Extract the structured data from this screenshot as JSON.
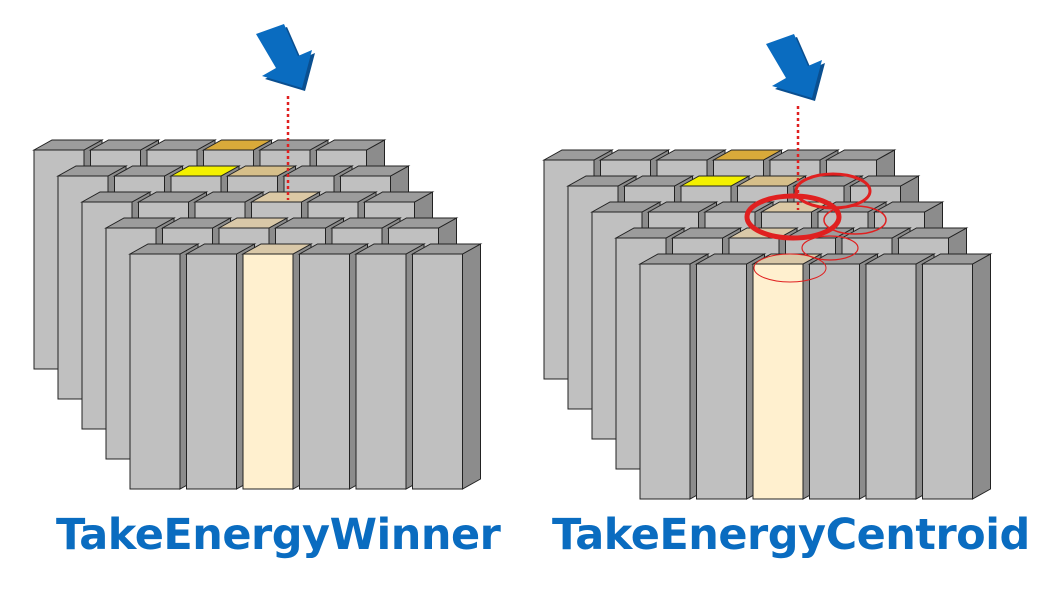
{
  "colors": {
    "caption": "#0a6cc0",
    "arrow": "#0a6cc0",
    "arrow_dark": "#0a4f90",
    "probe_line": "#e02020",
    "gray_top": "#9c9c9c",
    "gray_front": "#c0c0c0",
    "gray_side": "#8c8c8c",
    "outline": "#222222",
    "highlight_col_front": "#fff0cf",
    "hit_peak": "#f3f000",
    "hit_high": "#d9aa3a",
    "hit_mid": "#d6bf8a",
    "hit_low": "#dcc9a5",
    "hit_lowest": "#d9c8a8",
    "centroid_ring": "#e02020"
  },
  "figures": [
    {
      "id": "winner",
      "caption": "TakeEnergyWinner",
      "icons": [
        "down-right-arrow-icon"
      ]
    },
    {
      "id": "centroid",
      "caption": "TakeEnergyCentroid",
      "icons": [
        "down-right-arrow-icon"
      ]
    }
  ]
}
